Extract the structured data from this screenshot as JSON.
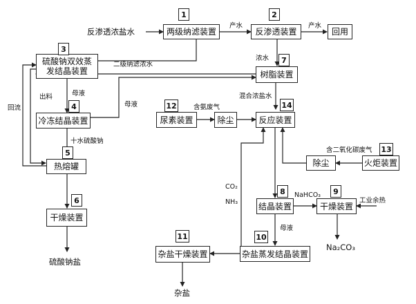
{
  "units": {
    "u1": {
      "num": "1",
      "label": "两级纳滤装置"
    },
    "u2": {
      "num": "2",
      "label": "反渗透装置"
    },
    "u3": {
      "num": "3",
      "label": "硫酸钠双效蒸发结晶装置"
    },
    "u4": {
      "num": "4",
      "label": "冷冻结晶装置"
    },
    "u5": {
      "num": "5",
      "label": "热熔罐"
    },
    "u6": {
      "num": "6",
      "label": "干燥装置"
    },
    "u7": {
      "num": "7",
      "label": "树脂装置"
    },
    "u8": {
      "num": "8",
      "label": "结晶装置"
    },
    "u9": {
      "num": "9",
      "label": "干燥装置"
    },
    "u10": {
      "num": "10",
      "label": "杂盐蒸发结晶装置"
    },
    "u11": {
      "num": "11",
      "label": "杂盐干燥装置"
    },
    "u12": {
      "num": "12",
      "label": "尿素装置"
    },
    "u13": {
      "num": "13",
      "label": "火炬装置"
    },
    "u14": {
      "num": "14",
      "label": "反应装置"
    },
    "dust1": {
      "label": "除尘"
    },
    "dust2": {
      "label": "除尘"
    },
    "reuse": {
      "label": "回用"
    }
  },
  "streams": {
    "feed": "反渗透浓盐水",
    "product_water_1": "产水",
    "product_water_2": "产水",
    "secondary_nf_brine": "二级纳滤浓水",
    "concentrate": "浓水",
    "discharge": "出料",
    "mother_liquor_1": "母液",
    "mother_liquor_2": "母液",
    "mother_liquor_3": "母液",
    "reflux": "回流",
    "decahydrate": "十水硫酸钠",
    "ammonia_gas": "含氨废气",
    "mixed_brine": "混合浓盐水",
    "co2_gas": "含二氧化碳废气",
    "nahco3": "NaHCO₃",
    "industrial_heat": "工业余热",
    "co2": "CO₂",
    "nh3": "NH₃"
  },
  "products": {
    "sodium_sulfate": "硫酸钠盐",
    "mixed_salt": "杂盐",
    "na2co3": "Na₂CO₃"
  }
}
